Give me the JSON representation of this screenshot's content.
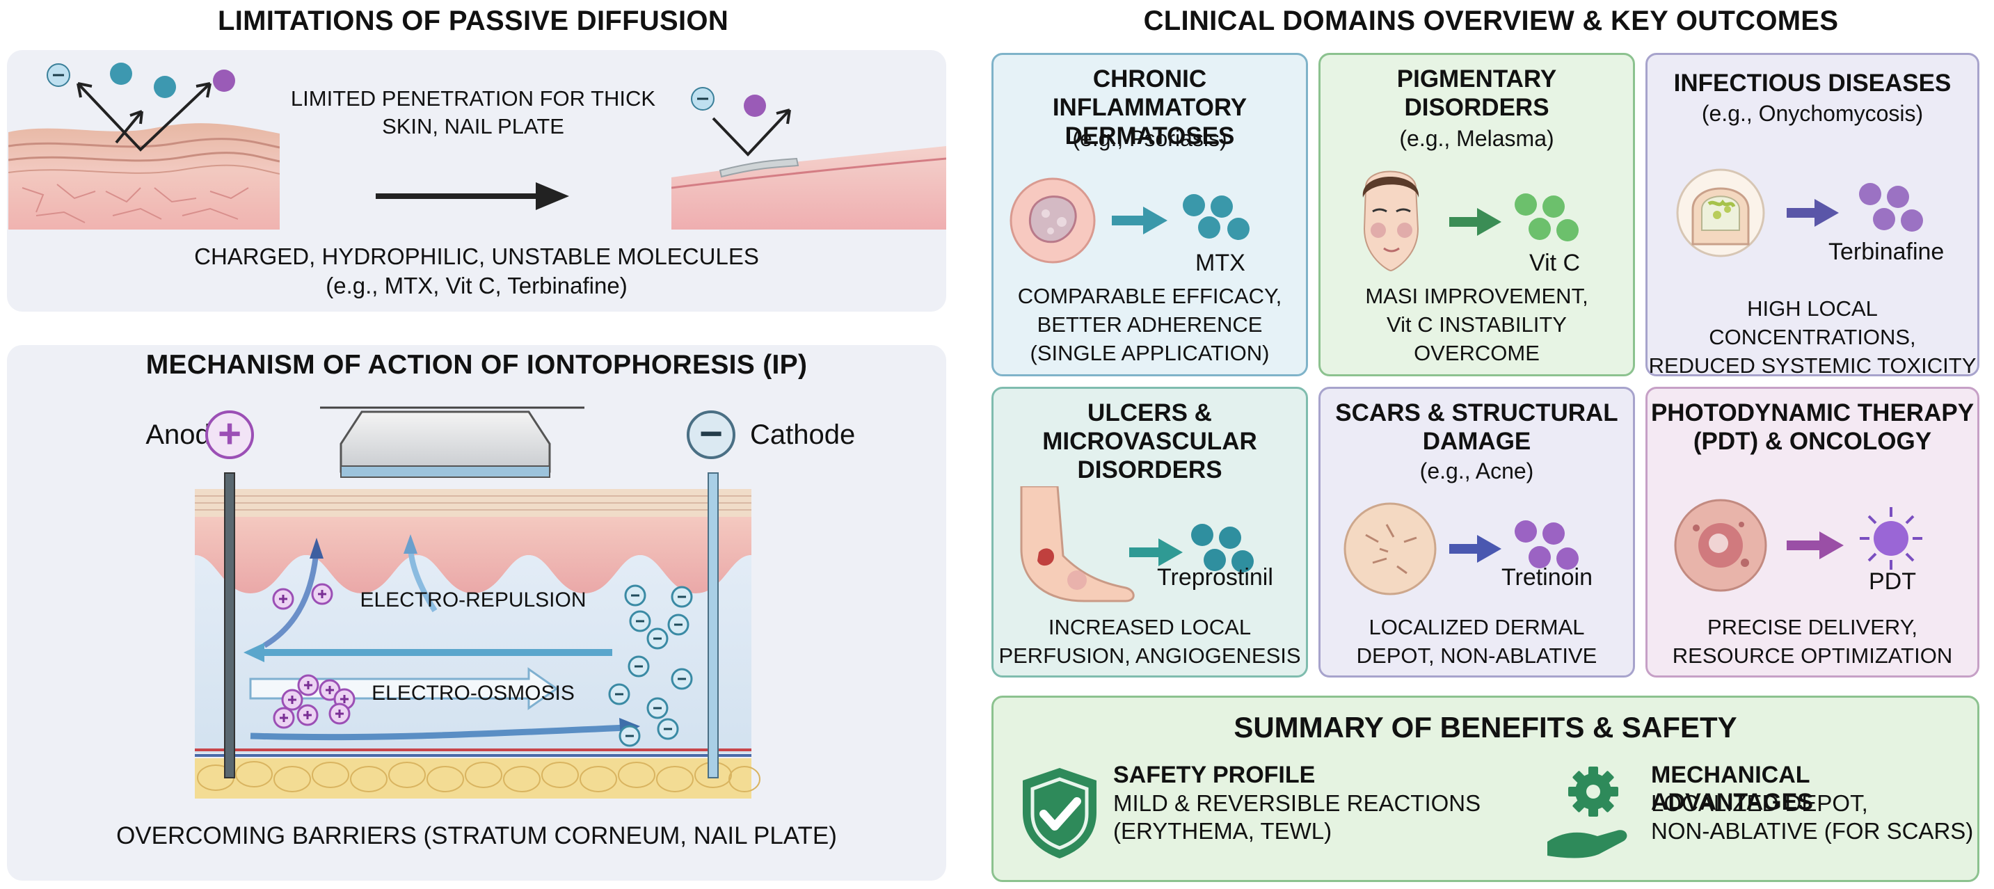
{
  "left": {
    "passive": {
      "title": "LIMITATIONS OF PASSIVE DIFFUSION",
      "line_limited_1": "LIMITED PENETRATION FOR THICK",
      "line_limited_2": "SKIN, NAIL PLATE",
      "line_molecules": "CHARGED, HYDROPHILIC, UNSTABLE MOLECULES",
      "line_examples": "(e.g., MTX, Vit C, Terbinafine)"
    },
    "mechanism": {
      "title": "MECHANISM OF ACTION OF IONTOPHORESIS (IP)",
      "anode_label": "Anode",
      "cathode_label": "Cathode",
      "plus_symbol": "+",
      "minus_symbol": "−",
      "repulsion_label": "ELECTRO-REPULSION",
      "osmosis_label": "ELECTRO-OSMOSIS",
      "footer": "OVERCOMING BARRIERS (STRATUM CORNEUM, NAIL PLATE)"
    }
  },
  "right": {
    "title": "CLINICAL DOMAINS OVERVIEW & KEY OUTCOMES",
    "cards": [
      {
        "title": "CHRONIC INFLAMMATORY\nDERMATOSES",
        "subtitle": "(e.g., Psoriasis)",
        "drug": "MTX",
        "outcome": "COMPARABLE EFFICACY,\nBETTER ADHERENCE\n(SINGLE APPLICATION)",
        "border": "#7fb3c9",
        "bg": "#e6f2f7",
        "arrow": "#3a98aa",
        "dots": "#3a98aa"
      },
      {
        "title": "PIGMENTARY\nDISORDERS",
        "subtitle": "(e.g., Melasma)",
        "drug": "Vit C",
        "outcome": "MASI IMPROVEMENT,\nVit C INSTABILITY\nOVERCOME",
        "border": "#8cc28f",
        "bg": "#e7f4e4",
        "arrow": "#3b8d55",
        "dots": "#6cc06c"
      },
      {
        "title": "INFECTIOUS DISEASES",
        "subtitle": "(e.g., Onychomycosis)",
        "drug": "Terbinafine",
        "outcome": "HIGH LOCAL CONCENTRATIONS,\nREDUCED SYSTEMIC TOXICITY",
        "border": "#a7a3cc",
        "bg": "#ecebf6",
        "arrow": "#5a56a8",
        "dots": "#9b72c3"
      },
      {
        "title": "ULCERS &\nMICROVASCULAR\nDISORDERS",
        "subtitle": "",
        "drug": "Treprostinil",
        "outcome": "INCREASED LOCAL\nPERFUSION, ANGIOGENESIS",
        "border": "#7fbcae",
        "bg": "#e3f1ee",
        "arrow": "#2f9a94",
        "dots": "#2f8f9f"
      },
      {
        "title": "SCARS & STRUCTURAL\nDAMAGE",
        "subtitle": "(e.g., Acne)",
        "drug": "Tretinoin",
        "outcome": "LOCALIZED DERMAL\nDEPOT, NON-ABLATIVE",
        "border": "#a7a3cc",
        "bg": "#ecebf6",
        "arrow": "#4a58b0",
        "dots": "#9b63c3"
      },
      {
        "title": "PHOTODYNAMIC THERAPY\n(PDT) & ONCOLOGY",
        "subtitle": "",
        "drug": "PDT",
        "outcome": "PRECISE DELIVERY,\nRESOURCE OPTIMIZATION",
        "border": "#c6a0c6",
        "bg": "#f4e9f3",
        "arrow": "#9a4fa6",
        "dots": "#9a66d6"
      }
    ],
    "summary": {
      "title": "SUMMARY OF BENEFITS & SAFETY",
      "safety_title": "SAFETY PROFILE",
      "safety_text": "MILD & REVERSIBLE REACTIONS\n(ERYTHEMA, TEWL)",
      "mech_title": "MECHANICAL ADVANTAGES",
      "mech_text": "LOCALIZED DEPOT,\nNON-ABLATIVE (FOR SCARS)"
    }
  },
  "colors": {
    "panel_bg": "#eef0f6",
    "summary_bg": "#e5f3e1",
    "summary_border": "#8cc28f",
    "shield": "#2e8a5a",
    "skin_pink": "#f0b9b6",
    "fat_yellow": "#f3dc94",
    "gel_blue": "#dce8f4",
    "cation": "#9b4fb5",
    "anion": "#3a8aa4",
    "electrode_border": "#4a6f84"
  }
}
